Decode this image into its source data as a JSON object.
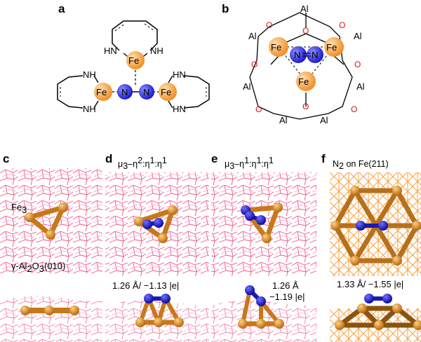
{
  "panels": {
    "a": "a",
    "b": "b",
    "c": "c",
    "d": "d",
    "e": "e",
    "f": "f"
  },
  "panel_a": {
    "fe": "Fe",
    "n": "N",
    "nh": "NH",
    "hn": "HN"
  },
  "panel_b": {
    "al": "Al",
    "o": "O",
    "fe": "Fe",
    "n": "N"
  },
  "panel_c": {
    "fe3_main": "Fe",
    "fe3_sub": "3",
    "support_main": "γ-Al",
    "support_sub1": "2",
    "support_mid": "O",
    "support_sub2": "3",
    "support_tail": "(010)"
  },
  "panel_d": {
    "mode_main": "μ",
    "mode_sub": "3",
    "mode_rest": "–η",
    "mode_sup": "2",
    "mode_tail": ":η",
    "mode_sup2": "1",
    "mode_tail2": ":η",
    "mode_sup3": "1",
    "annotation": "1.26 Å/ −1.13 |e|"
  },
  "panel_e": {
    "mode_main": "μ",
    "mode_sub": "3",
    "mode_rest": "–η",
    "mode_sup": "1",
    "mode_tail": ":η",
    "mode_sup2": "1",
    "mode_tail2": ":η",
    "mode_sup3": "1",
    "annotation_line1": "1.26 Å",
    "annotation_line2": "−1.19 |e|"
  },
  "panel_f": {
    "title_main": "N",
    "title_sub": "2",
    "title_rest": " on Fe(211)",
    "annotation": "1.33 Å/ −1.55 |e|"
  },
  "colors": {
    "fe": "#f0a040",
    "n": "#3333dd",
    "o": "#dd2222",
    "al_lattice": "#ff66cc",
    "fe_lattice": "#f39a2a"
  }
}
